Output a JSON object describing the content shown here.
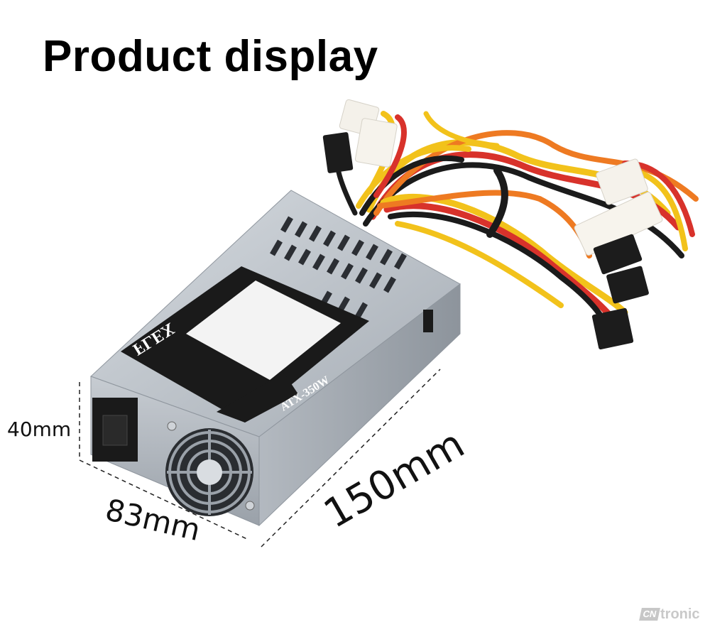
{
  "title": "Product display",
  "dimensions": {
    "height": "40mm",
    "width": "83mm",
    "length": "150mm"
  },
  "label": {
    "model": "ATX-350W",
    "form_factor": "FLEX"
  },
  "watermark": {
    "badge": "CN",
    "word": "tronic"
  },
  "colors": {
    "case": "#a9b0b8",
    "label": "#1a1a1a",
    "wire_yellow": "#f2c21b",
    "wire_red": "#d8322b",
    "wire_black": "#1b1b1b",
    "wire_orange": "#ee7a22",
    "connector": "#f4f1ea"
  }
}
